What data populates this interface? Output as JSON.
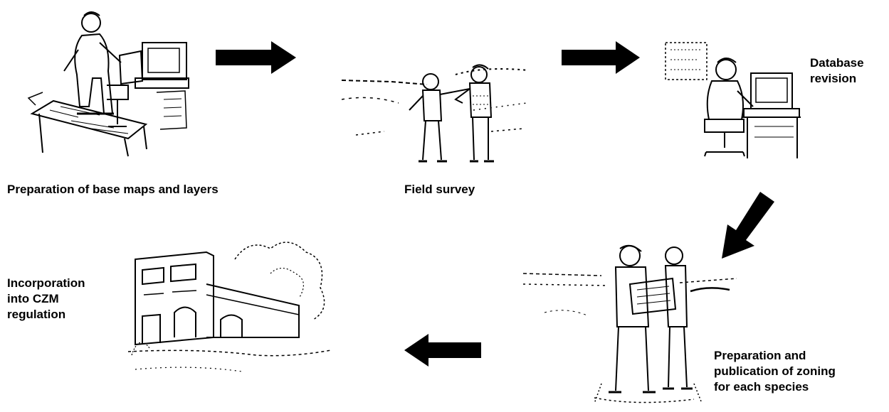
{
  "steps": [
    {
      "label": "Preparation of base maps and layers",
      "scene": "cartographer-at-workstation"
    },
    {
      "label": "Field survey",
      "scene": "two-surveyors-on-shoreline"
    },
    {
      "label": "Database\nrevision",
      "scene": "operator-at-computer"
    },
    {
      "label": "Preparation and\npublication of zoning\nfor each species",
      "scene": "two-people-reading-document-on-beach"
    },
    {
      "label": "Incorporation\ninto CZM\nregulation",
      "scene": "government-building"
    }
  ],
  "arrows": [
    {
      "from": 1,
      "to": 2,
      "direction": "right"
    },
    {
      "from": 2,
      "to": 3,
      "direction": "right"
    },
    {
      "from": 3,
      "to": 4,
      "direction": "down-left"
    },
    {
      "from": 4,
      "to": 5,
      "direction": "left"
    }
  ],
  "colors": {
    "ink": "#000000",
    "background": "#ffffff"
  }
}
